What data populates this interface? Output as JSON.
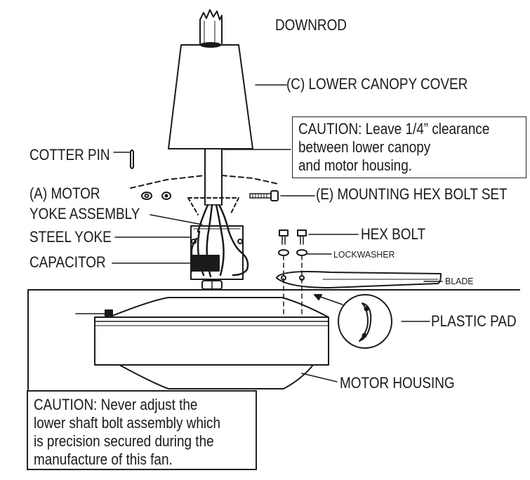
{
  "labels": {
    "downrod": "DOWNROD",
    "lower_canopy_cover": "(C) LOWER CANOPY COVER",
    "cotter_pin": "COTTER PIN",
    "motor_yoke_line1": "(A) MOTOR",
    "motor_yoke_line2": "YOKE ASSEMBLY",
    "mounting_hex_bolt_set": "(E) MOUNTING HEX BOLT SET",
    "steel_yoke": "STEEL YOKE",
    "capacitor": "CAPACITOR",
    "hex_bolt": "HEX BOLT",
    "lockwasher": "LOCKWASHER",
    "blade": "BLADE",
    "plastic_pad": "PLASTIC PAD",
    "motor_housing": "MOTOR HOUSING"
  },
  "cautions": {
    "clearance": {
      "line1": "CAUTION: Leave 1/4” clearance",
      "line2": "between lower canopy",
      "line3": "and motor housing."
    },
    "shaft_bolt": {
      "line1": "CAUTION: Never adjust the",
      "line2": "lower shaft bolt assembly which",
      "line3": "is precision secured during the",
      "line4": "manufacture of this fan."
    }
  }
}
